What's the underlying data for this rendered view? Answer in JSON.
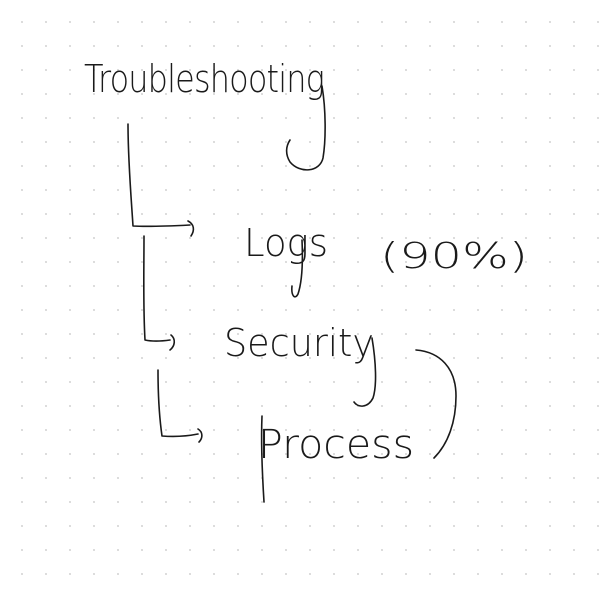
{
  "note": {
    "root": {
      "label": "Troubleshooting"
    },
    "branches": [
      {
        "label": "Logs",
        "annotation": "(90%)"
      },
      {
        "label": "Security",
        "annotation": ""
      },
      {
        "label": "Process",
        "annotation": ""
      }
    ],
    "group_bracket": ")"
  },
  "colors": {
    "ink": "#1a1a1a",
    "background": "#ffffff",
    "dot_grid": "#d4d4d4"
  }
}
